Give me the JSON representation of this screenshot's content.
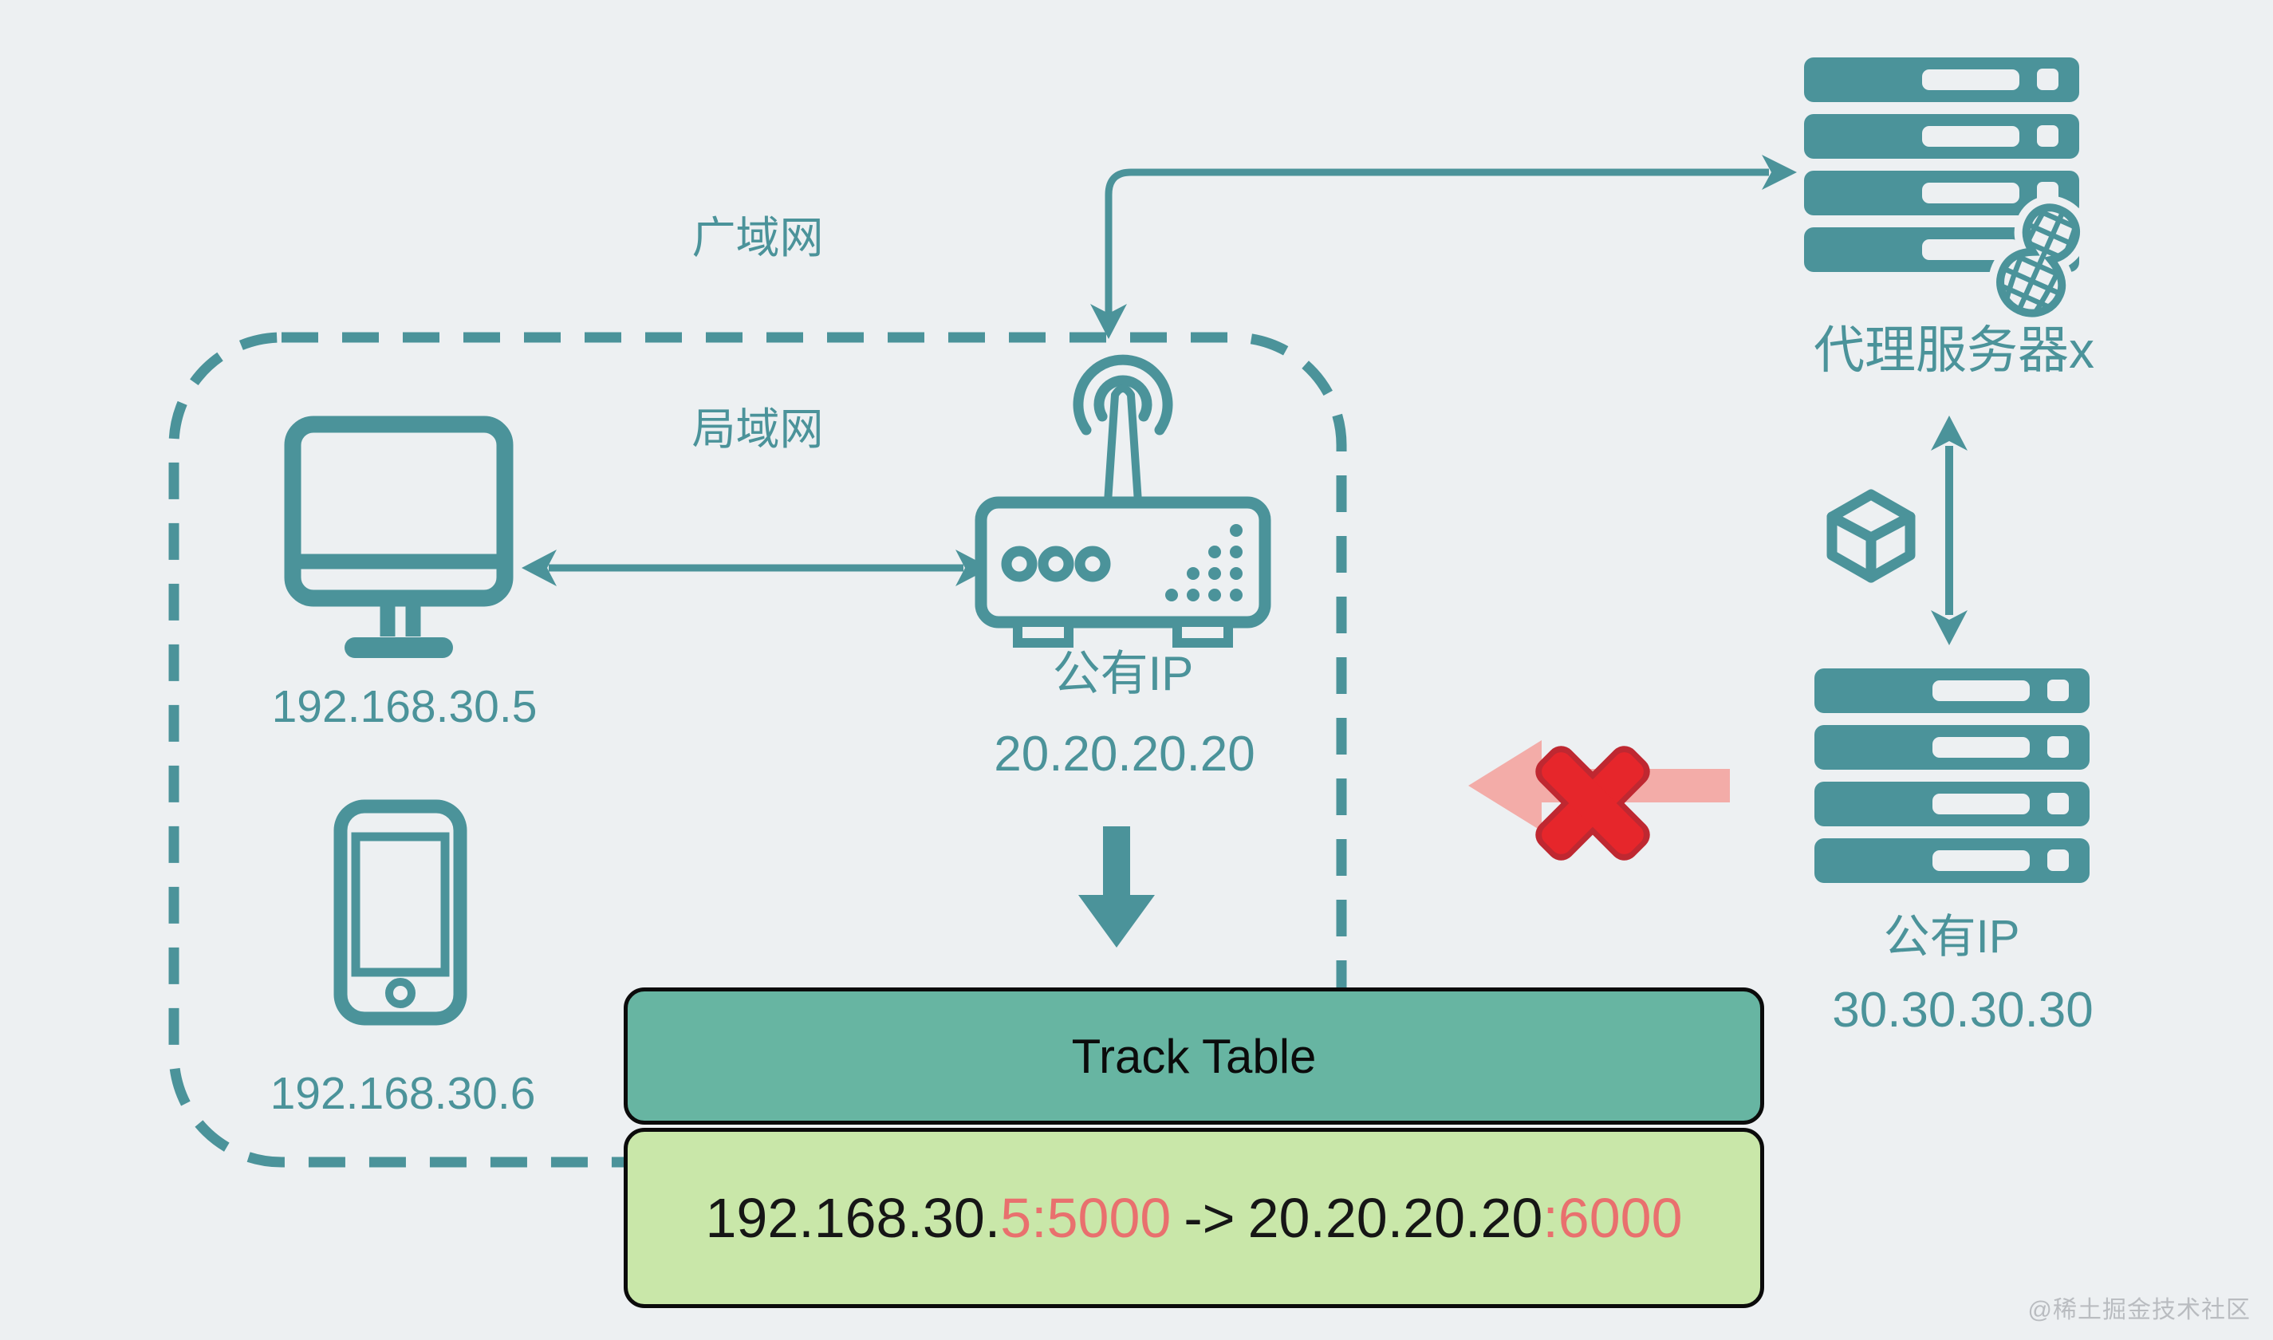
{
  "meta": {
    "background": "#edf0f2",
    "diagram_type": "network-nat-diagram"
  },
  "colors": {
    "teal_accent": "#4b939a",
    "table_header_bg": "#67b5a2",
    "table_row_bg": "#c9e7a9",
    "port_highlight_red": "#e9706e",
    "x_mark_red": "#e6262b",
    "blocked_arrow_pink": "#f3aca8",
    "text_black": "#161616",
    "watermark_gray": "#b9bcc0"
  },
  "labels": {
    "wan": "广域网",
    "lan": "局域网"
  },
  "devices": {
    "pc": {
      "ip": "192.168.30.5"
    },
    "phone": {
      "ip": "192.168.30.6"
    },
    "router": {
      "title": "公有IP",
      "ip": "20.20.20.20"
    },
    "proxy_server": {
      "name": "代理服务器x"
    },
    "public_server": {
      "title": "公有IP",
      "ip": "30.30.30.30"
    }
  },
  "track_table": {
    "title": "Track Table",
    "entry": {
      "src_ip_prefix": "192.168.30.",
      "src_host_port": "5:5000",
      "mapping_arrow": "->",
      "dst_ip": "20.20.20.20",
      "dst_port": ":6000"
    }
  },
  "watermark": "@稀土掘金技术社区"
}
